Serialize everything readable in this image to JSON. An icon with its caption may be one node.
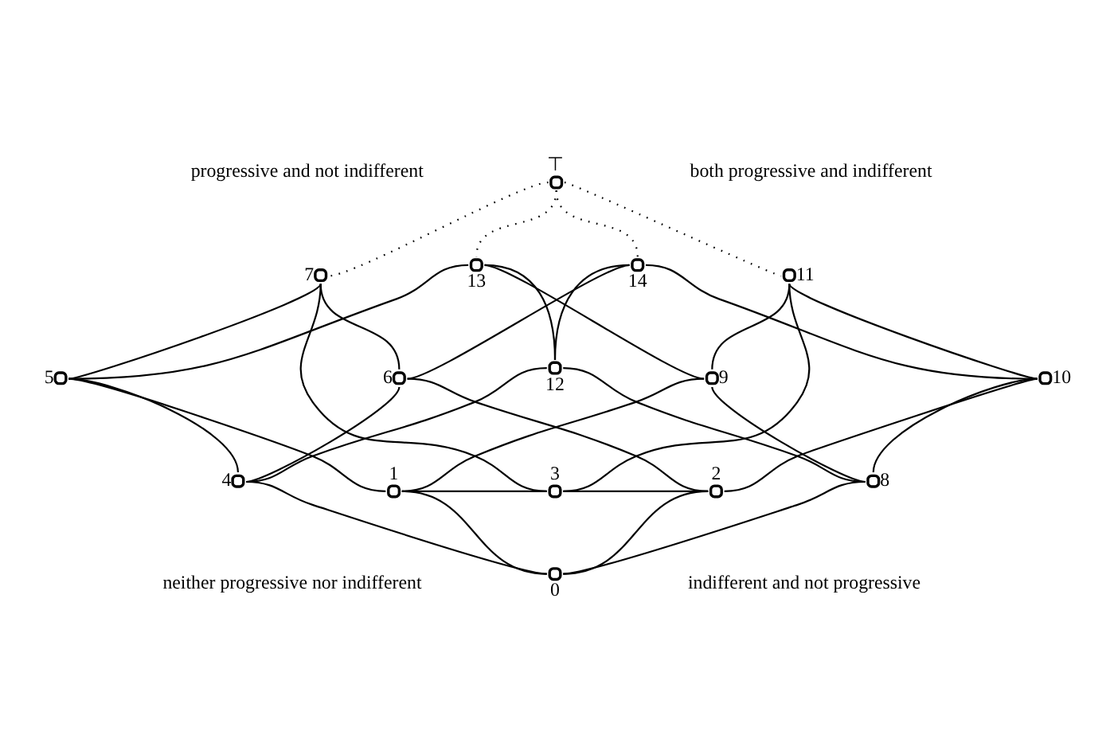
{
  "diagram": {
    "nodes": [
      {
        "text": [],
        "shape": "circle",
        "beside": [
          "⊤"
        ]
      },
      {
        "text": [],
        "shape": "circle",
        "beside": [
          "13"
        ]
      },
      {
        "text": [],
        "shape": "circle",
        "beside": [
          "14"
        ]
      },
      {
        "text": [],
        "shape": "circle",
        "beside": [
          "7"
        ]
      },
      {
        "text": [],
        "shape": "circle",
        "beside": [
          "11"
        ]
      },
      {
        "text": [],
        "shape": "circle",
        "beside": [
          "12"
        ]
      },
      {
        "text": [],
        "shape": "circle",
        "beside": [
          "5"
        ]
      },
      {
        "text": [],
        "shape": "circle",
        "beside": [
          "6"
        ]
      },
      {
        "text": [],
        "shape": "circle",
        "beside": [
          "9"
        ]
      },
      {
        "text": [],
        "shape": "circle",
        "beside": [
          "10"
        ]
      },
      {
        "text": [],
        "shape": "circle",
        "beside": [
          "3"
        ]
      },
      {
        "text": [],
        "shape": "circle",
        "beside": [
          "4"
        ]
      },
      {
        "text": [],
        "shape": "circle",
        "beside": [
          "8"
        ]
      },
      {
        "text": [],
        "shape": "circle",
        "beside": [
          "1"
        ]
      },
      {
        "text": [],
        "shape": "circle",
        "beside": [
          "2"
        ]
      },
      {
        "text": [],
        "shape": "circle",
        "beside": [
          "0"
        ]
      }
    ],
    "edges": [
      {
        "from": 0,
        "to": 3,
        "arrow": "none",
        "style": "dashed"
      },
      {
        "from": 0,
        "to": 1,
        "arrow": "none",
        "style": "dashed"
      },
      {
        "from": 0,
        "to": 2,
        "arrow": "none",
        "style": "dashed"
      },
      {
        "from": 0,
        "to": 4,
        "arrow": "none",
        "style": "dashed"
      },
      {
        "from": 3,
        "to": 6,
        "arrow": "none"
      },
      {
        "from": 3,
        "to": 7,
        "arrow": "none"
      },
      {
        "from": 3,
        "to": 10,
        "arrow": "none"
      },
      {
        "from": 1,
        "to": 6,
        "arrow": "none"
      },
      {
        "from": 1,
        "to": 5,
        "arrow": "none"
      },
      {
        "from": 1,
        "to": 8,
        "arrow": "none"
      },
      {
        "from": 2,
        "to": 7,
        "arrow": "none"
      },
      {
        "from": 2,
        "to": 5,
        "arrow": "none"
      },
      {
        "from": 2,
        "to": 9,
        "arrow": "none"
      },
      {
        "from": 4,
        "to": 10,
        "arrow": "none"
      },
      {
        "from": 4,
        "to": 8,
        "arrow": "none"
      },
      {
        "from": 4,
        "to": 9,
        "arrow": "none"
      },
      {
        "from": 6,
        "to": 11,
        "arrow": "none"
      },
      {
        "from": 6,
        "to": 13,
        "arrow": "none"
      },
      {
        "from": 7,
        "to": 11,
        "arrow": "none"
      },
      {
        "from": 7,
        "to": 14,
        "arrow": "none"
      },
      {
        "from": 5,
        "to": 11,
        "arrow": "none"
      },
      {
        "from": 5,
        "to": 12,
        "arrow": "none"
      },
      {
        "from": 8,
        "to": 12,
        "arrow": "none"
      },
      {
        "from": 8,
        "to": 13,
        "arrow": "none"
      },
      {
        "from": 9,
        "to": 12,
        "arrow": "none"
      },
      {
        "from": 9,
        "to": 14,
        "arrow": "none"
      },
      {
        "from": 10,
        "to": 13,
        "arrow": "none"
      },
      {
        "from": 10,
        "to": 14,
        "arrow": "none"
      },
      {
        "from": 11,
        "to": 15,
        "arrow": "none"
      },
      {
        "from": 13,
        "to": 15,
        "arrow": "none"
      },
      {
        "from": 14,
        "to": 15,
        "arrow": "none"
      },
      {
        "from": 12,
        "to": 15,
        "arrow": "none"
      }
    ],
    "labels": [
      "progressive and not indifferent",
      "both progressive and indifferent",
      "neither progressive nor indifferent",
      "indifferent and not progressive"
    ]
  }
}
